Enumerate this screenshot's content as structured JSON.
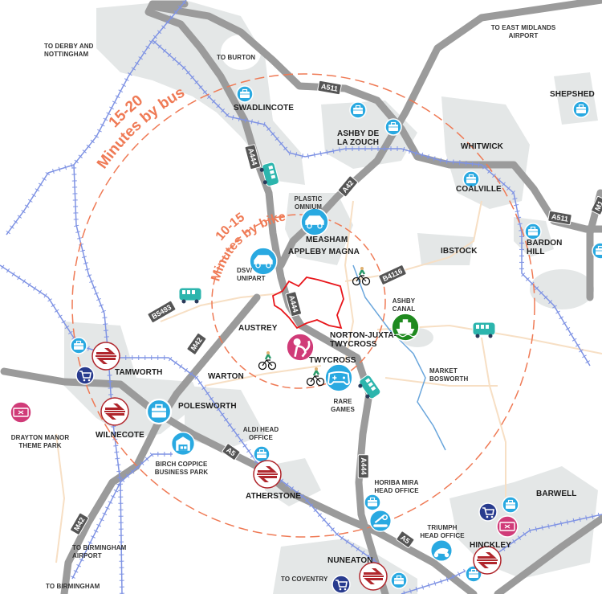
{
  "map": {
    "zones": {
      "bus_line1": "15-20",
      "bus_line2": "Minutes by bus",
      "bike_line1": "10-15",
      "bike_line2": "Minutes by bike"
    },
    "places": {
      "to_derby": "TO DERBY AND\nNOTTINGHAM",
      "to_burton": "TO BURTON",
      "swadlincote": "SWADLINCOTE",
      "ashby": "ASHBY DE\nLA ZOUCH",
      "to_east_midlands": "TO  EAST MIDLANDS\nAIRPORT",
      "shepshed": "SHEPSHED",
      "whitwick": "WHITWICK",
      "coalville": "COALVILLE",
      "bardon_hill": "BARDON\nHILL",
      "plastic_omnium": "PLASTIC\nOMNIUM",
      "measham": "MEASHAM",
      "appleby_magna": "APPLEBY MAGNA",
      "ibstock": "IBSTOCK",
      "dsv_unipart": "DSV/\nUNIPART",
      "austrey": "AUSTREY",
      "ashby_canal": "ASHBY\nCANAL",
      "norton": "NORTON-JUXTA-\nTWYCROSS",
      "market_bosworth": "MARKET\nBOSWORTH",
      "twycross": "TWYCROSS",
      "warton": "WARTON",
      "tamworth": "TAMWORTH",
      "polesworth": "POLESWORTH",
      "rare_games": "RARE\nGAMES",
      "drayton_manor": "DRAYTON MANOR\nTHEME PARK",
      "wilnecote": "WILNECOTE",
      "aldi": "ALDI HEAD\nOFFICE",
      "birch_coppice": "BIRCH COPPICE\nBUSINESS PARK",
      "atherstone": "ATHERSTONE",
      "horiba": "HORIBA MIRA\nHEAD OFFICE",
      "barwell": "BARWELL",
      "triumph": "TRIUMPH\nHEAD OFFICE",
      "hinckley": "HINCKLEY",
      "nuneaton": "NUNEATON",
      "to_birmingham_airport": "TO BIRMINGHAM\nAIRPORT",
      "to_birmingham": "TO BIRMINGHAM",
      "to_coventry": "TO COVENTRY"
    },
    "roads": {
      "a511_w": "A511",
      "a444_n": "A444",
      "a42": "A42",
      "a511_e": "A511",
      "m1": "M1",
      "b4116": "B4116",
      "b5493": "B5493",
      "a444_c": "A444",
      "m42_n": "M42",
      "a5_w": "A5",
      "m42_s": "M42",
      "a444_s": "A444",
      "a5_e": "A5"
    },
    "colors": {
      "zone": "#ef7a55",
      "road": "#9b9b9b",
      "rail": "#7f93e4",
      "town": "#e4e7e7",
      "minor_road": "#f7dfc4",
      "canal": "#6aa6dc",
      "site_boundary": "#e8161b",
      "briefcase": "#29a9e1",
      "rail_station": "#b0262c",
      "bus": "#2cb5ad",
      "shopping": "#283b8e",
      "attraction": "#d03b78",
      "canal_boat": "#1f8a1f"
    }
  }
}
